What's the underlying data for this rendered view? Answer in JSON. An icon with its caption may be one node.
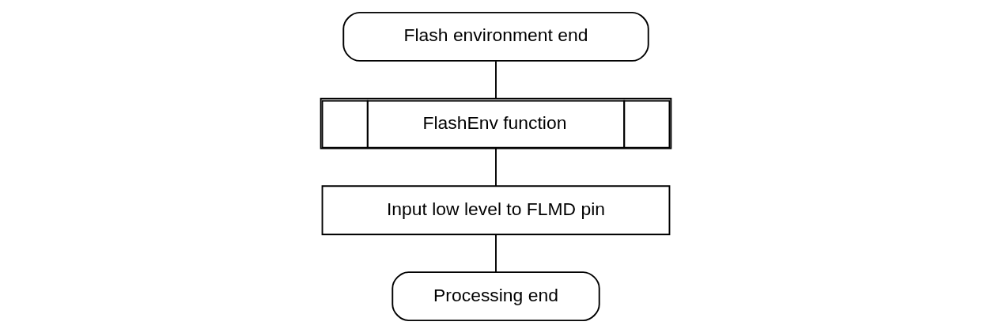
{
  "diagram": {
    "nodes": [
      {
        "text": [
          "Flash environment end"
        ]
      },
      {
        "text": [
          "FlashEnv function"
        ]
      },
      {
        "text": [
          "Input low level to FLMD pin"
        ]
      },
      {
        "text": [
          "Processing end"
        ]
      }
    ],
    "edges": [
      {
        "from": 0,
        "to": 1,
        "arrow": "none"
      },
      {
        "from": 1,
        "to": 2,
        "arrow": "none"
      },
      {
        "from": 2,
        "to": 3,
        "arrow": "none"
      }
    ]
  }
}
